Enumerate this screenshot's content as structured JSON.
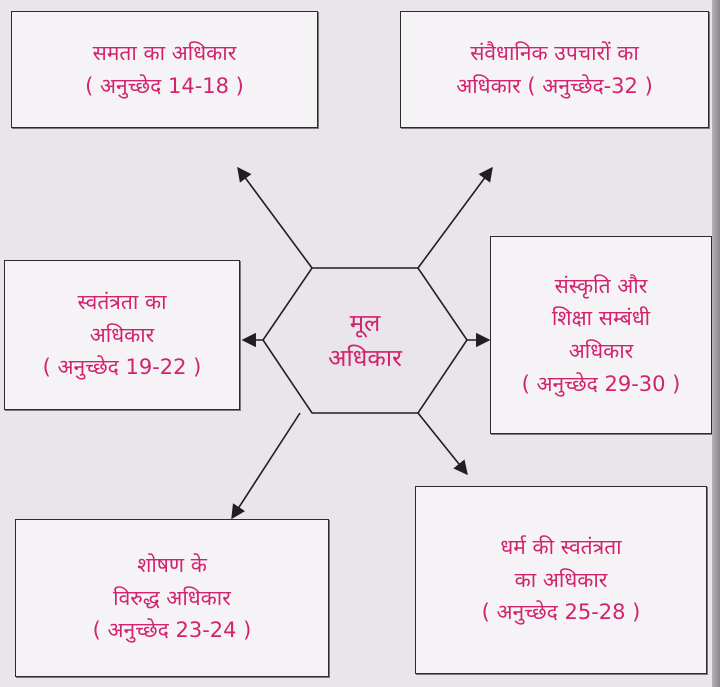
{
  "center": {
    "lines": [
      "मूल",
      "अधिकार"
    ]
  },
  "nodes": [
    {
      "id": "equality",
      "lines": [
        "समता का अधिकार",
        "( अनुच्छेद 14-18 )"
      ]
    },
    {
      "id": "constitutional-remedies",
      "lines": [
        "संवैधानिक उपचारों का",
        "अधिकार ( अनुच्छेद-32 )"
      ]
    },
    {
      "id": "freedom",
      "lines": [
        "स्वतंत्रता का",
        "अधिकार",
        "( अनुच्छेद 19-22 )"
      ]
    },
    {
      "id": "culture-education",
      "lines": [
        "संस्कृति और",
        "शिक्षा सम्बंधी",
        "अधिकार",
        "( अनुच्छेद 29-30 )"
      ]
    },
    {
      "id": "against-exploitation",
      "lines": [
        "शोषण के",
        "विरुद्ध अधिकार",
        "( अनुच्छेद 23-24 )"
      ]
    },
    {
      "id": "religious-freedom",
      "lines": [
        "धर्म की स्वतंत्रता",
        "का अधिकार",
        "( अनुच्छेद 25-28 )"
      ]
    }
  ],
  "colors": {
    "text": "#d1236e",
    "lines": "#1f1f1f",
    "paper": "#f6f3f6"
  }
}
